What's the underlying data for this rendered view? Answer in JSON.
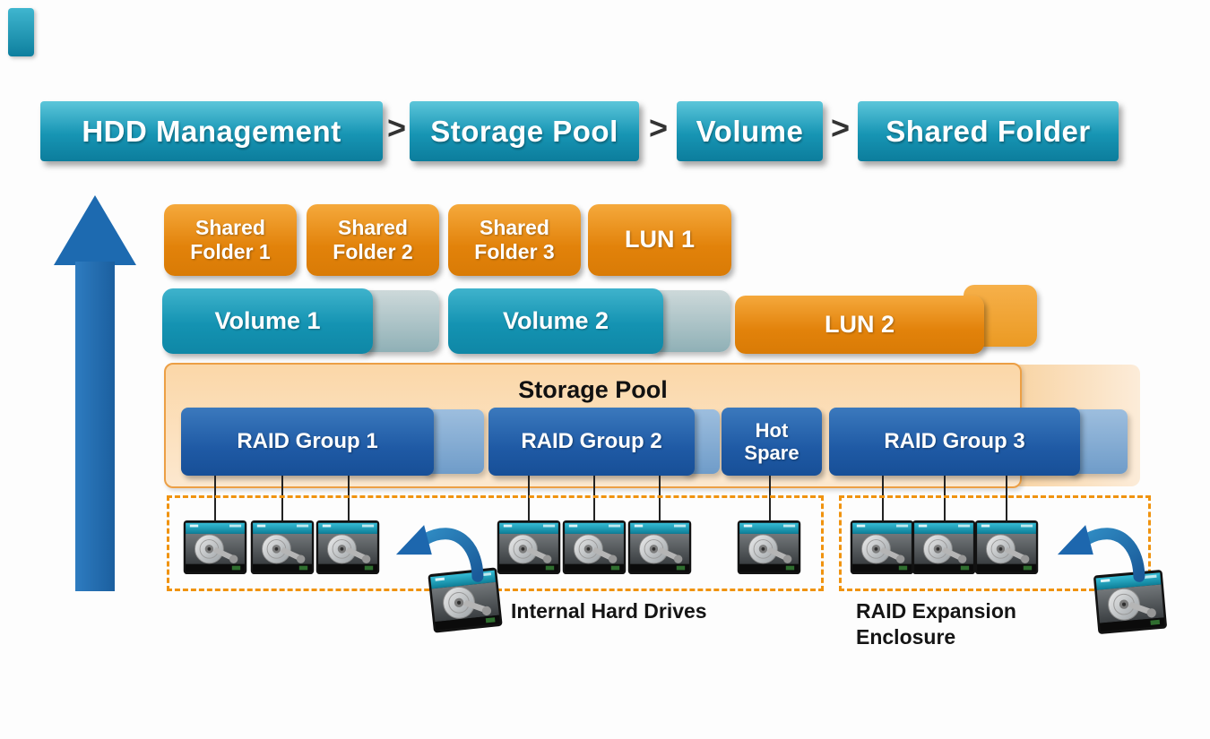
{
  "breadcrumb": {
    "separator": ">",
    "items": [
      {
        "label": "HDD Management"
      },
      {
        "label": "Storage Pool"
      },
      {
        "label": "Volume"
      },
      {
        "label": "Shared Folder"
      }
    ]
  },
  "top_row": {
    "items": [
      {
        "label": "Shared Folder 1"
      },
      {
        "label": "Shared Folder 2"
      },
      {
        "label": "Shared Folder 3"
      },
      {
        "label": "LUN 1"
      }
    ]
  },
  "volume_row": {
    "items": [
      {
        "label": "Volume 1"
      },
      {
        "label": "Volume 2"
      },
      {
        "label": "LUN 2"
      }
    ]
  },
  "storage_pool": {
    "title": "Storage Pool",
    "groups": [
      {
        "label": "RAID Group 1"
      },
      {
        "label": "RAID Group 2"
      },
      {
        "label": "Hot Spare"
      },
      {
        "label": "RAID Group 3"
      }
    ]
  },
  "captions": {
    "internal_drives": "Internal Hard Drives",
    "expansion": "RAID Expansion Enclosure"
  },
  "colors": {
    "teal": "#1795b4",
    "orange": "#e2820a",
    "raid_blue": "#1f5aa5",
    "pool_fill": "#fbd7a8",
    "pool_border": "#ec9f45",
    "arrow_blue": "#1d67ae",
    "dashed_border": "#f0930f"
  }
}
